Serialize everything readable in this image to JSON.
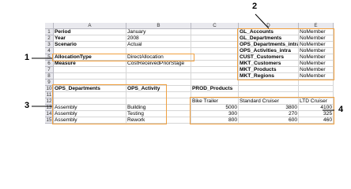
{
  "columns": [
    "A",
    "B",
    "C",
    "D",
    "E"
  ],
  "rows": [
    "1",
    "2",
    "3",
    "4",
    "5",
    "6",
    "7",
    "8",
    "9",
    "10",
    "11",
    "12",
    "13",
    "14",
    "15"
  ],
  "cells": {
    "A1": "Period",
    "B1": "January",
    "A2": "Year",
    "B2": "2008",
    "A3": "Scenario",
    "B3": "Actual",
    "A5": "AllocationType",
    "B5": "DirectAllocation",
    "A6": "Measure",
    "B6": "CostReceivedPriorStage",
    "D1": "GL_Accounts",
    "E1": "NoMember",
    "D2": "GL_Departments",
    "E2": "NoMember",
    "D3": "OPS_Departments_intra",
    "E3": "NoMember",
    "D4": "OPS_Activities_intra",
    "E4": "NoMember",
    "D5": "CUST_Customers",
    "E5": "NoMember",
    "D6": "MKT_Customers",
    "E6": "NoMember",
    "D7": "MKT_Products",
    "E7": "NoMember",
    "D8": "MKT_Regions",
    "E8": "NoMember",
    "A10": "OPS_Departments",
    "B10": "OPS_Activity",
    "C10": "PROD_Products",
    "C12": "Bike Trailer",
    "D12": "Standard Cruiser",
    "E12": "LTD Cruiser",
    "A13": "Assembly",
    "B13": "Building",
    "C13": "5000",
    "D13": "3800",
    "E13": "4100",
    "A14": "Assembly",
    "B14": "Testing",
    "C14": "300",
    "D14": "270",
    "E14": "325",
    "A15": "Assembly",
    "B15": "Rework",
    "C15": "800",
    "D15": "600",
    "E15": "460"
  },
  "callouts": [
    "1",
    "2",
    "3",
    "4"
  ],
  "colors": {
    "highlight": "#f0a040",
    "header": "#e9e9ee",
    "grid": "#d6d6d6"
  }
}
